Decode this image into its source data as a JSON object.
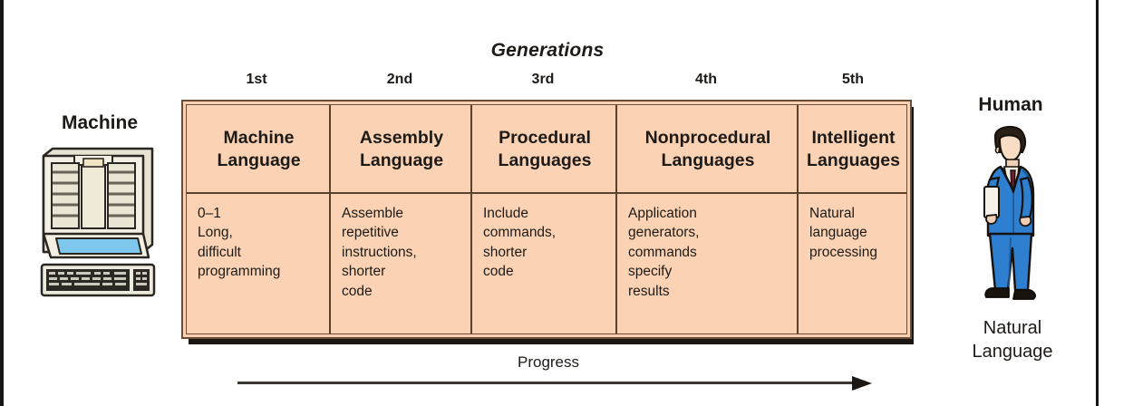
{
  "figure": {
    "title": "Generations",
    "progress_label": "Progress",
    "arrow_direction": "right"
  },
  "left_axis": {
    "label": "Machine",
    "icon": "vintage-computer-icon"
  },
  "right_axis": {
    "label": "Human",
    "icon": "businessman-icon",
    "caption_line1": "Natural",
    "caption_line2": "Language"
  },
  "colors": {
    "cell_fill": "#FBD3B4",
    "cell_border": "#5C4029",
    "table_shadow": "#1A1613",
    "text": "#1D1A17",
    "suit_blue": "#2F7FD0",
    "monitor_screen": "#7EC8EE"
  },
  "generations": [
    {
      "ordinal": "1st",
      "name_line1": "Machine",
      "name_line2": "Language",
      "description_lines": [
        "0–1",
        "Long,",
        "difficult",
        "programming"
      ]
    },
    {
      "ordinal": "2nd",
      "name_line1": "Assembly",
      "name_line2": "Language",
      "description_lines": [
        "Assemble",
        "repetitive",
        "instructions,",
        "shorter",
        "code"
      ]
    },
    {
      "ordinal": "3rd",
      "name_line1": "Procedural",
      "name_line2": "Languages",
      "description_lines": [
        "Include",
        "commands,",
        "shorter",
        "code"
      ]
    },
    {
      "ordinal": "4th",
      "name_line1": "Nonprocedural",
      "name_line2": "Languages",
      "description_lines": [
        "Application",
        "generators,",
        "commands",
        "specify",
        "results"
      ]
    },
    {
      "ordinal": "5th",
      "name_line1": "Intelligent",
      "name_line2": "Languages",
      "description_lines": [
        "Natural",
        "language",
        "processing"
      ]
    }
  ]
}
